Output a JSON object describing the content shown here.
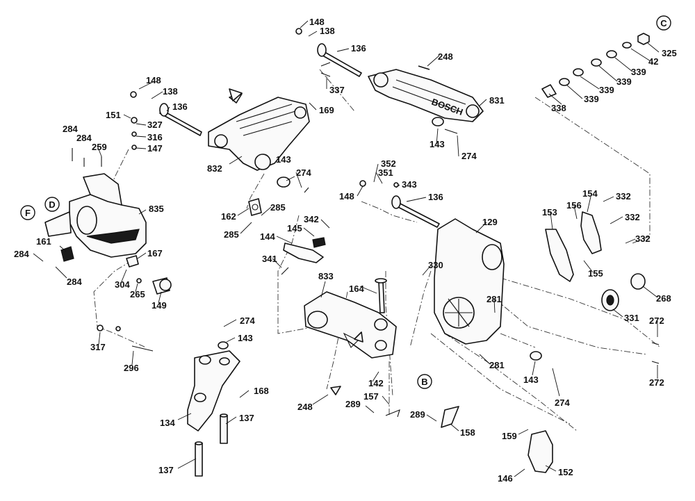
{
  "diagram": {
    "callouts": [
      "C",
      "D",
      "F",
      "B"
    ],
    "part_numbers": [
      "148",
      "138",
      "136",
      "248",
      "337",
      "169",
      "831",
      "143",
      "274",
      "832",
      "325",
      "42",
      "339",
      "339",
      "339",
      "339",
      "338",
      "148",
      "138",
      "151",
      "327",
      "136",
      "316",
      "147",
      "284",
      "284",
      "259",
      "835",
      "161",
      "284",
      "284",
      "167",
      "304",
      "265",
      "149",
      "317",
      "296",
      "143",
      "274",
      "162",
      "285",
      "285",
      "342",
      "145",
      "144",
      "341",
      "352",
      "351",
      "343",
      "148",
      "136",
      "129",
      "154",
      "332",
      "156",
      "153",
      "332",
      "332",
      "155",
      "268",
      "331",
      "272",
      "272",
      "330",
      "833",
      "164",
      "281",
      "281",
      "143",
      "274",
      "274",
      "143",
      "168",
      "134",
      "137",
      "137",
      "142",
      "248",
      "289",
      "157",
      "289",
      "158",
      "159",
      "152",
      "146"
    ],
    "logo_text": "BOSCH"
  }
}
